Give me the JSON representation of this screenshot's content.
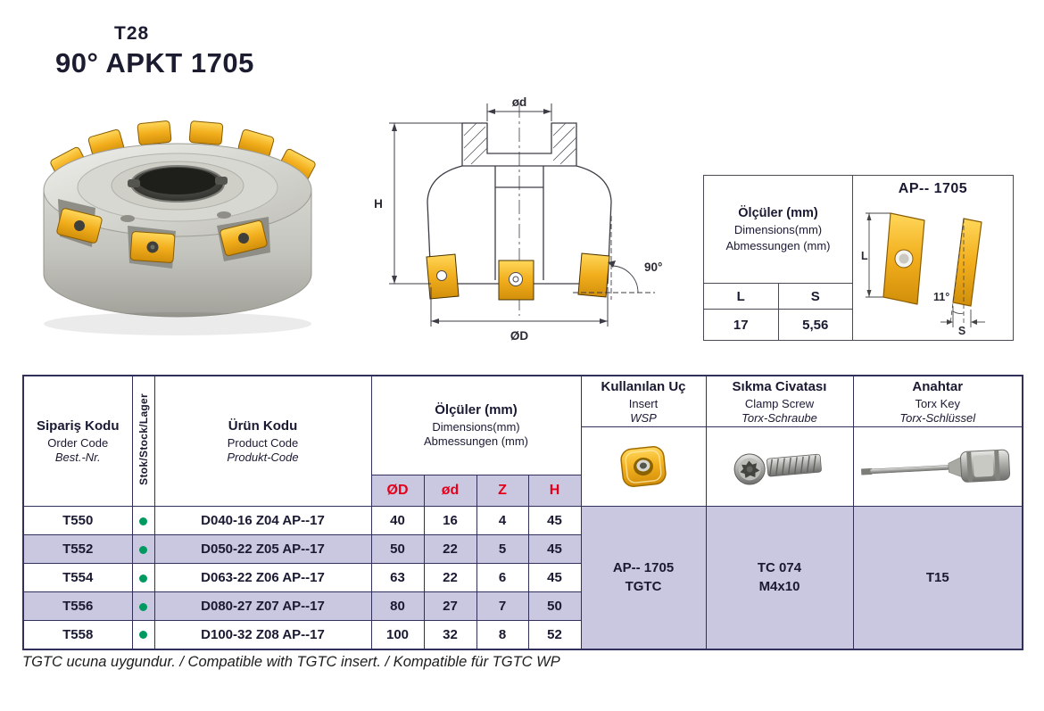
{
  "page": {
    "model": "T28",
    "title": "90° APKT 1705",
    "footnote": "TGTC ucuna uygundur. / Compatible with TGTC insert. / Kompatible für TGTC WP"
  },
  "technical_drawing": {
    "bore_label": "ød",
    "height_label": "H",
    "diameter_label": "ØD",
    "lead_angle_label": "90°"
  },
  "insert_box": {
    "title": "AP-- 1705",
    "dims_tr": "Ölçüler (mm)",
    "dims_en": "Dimensions(mm)",
    "dims_de": "Abmessungen (mm)",
    "col_l": "L",
    "col_s": "S",
    "length_value": "17",
    "thickness_value": "5,56",
    "clearance_angle_label": "11°",
    "dim_l_label": "L",
    "dim_s_label": "S"
  },
  "table": {
    "order_header": {
      "tr": "Sipariş Kodu",
      "en": "Order Code",
      "de": "Best.-Nr."
    },
    "stock_header": "Stok/Stock/Lager",
    "product_header": {
      "tr": "Ürün Kodu",
      "en": "Product Code",
      "de": "Produkt-Code"
    },
    "dims_header": {
      "tr": "Ölçüler (mm)",
      "en": "Dimensions(mm)",
      "de": "Abmessungen (mm)"
    },
    "dim_cols": {
      "dd": "ØD",
      "d": "ød",
      "z": "Z",
      "h": "H"
    },
    "insert_header": {
      "tr": "Kullanılan Uç",
      "en": "Insert",
      "de": "WSP"
    },
    "clamp_header": {
      "tr": "Sıkma Civatası",
      "en": "Clamp Screw",
      "de": "Torx-Schraube"
    },
    "key_header": {
      "tr": "Anahtar",
      "en": "Torx Key",
      "de": "Torx-Schlüssel"
    },
    "rows": [
      {
        "order": "T550",
        "product": "D040-16 Z04 AP--17",
        "dd": "40",
        "d": "16",
        "z": "4",
        "h": "45"
      },
      {
        "order": "T552",
        "product": "D050-22 Z05 AP--17",
        "dd": "50",
        "d": "22",
        "z": "5",
        "h": "45"
      },
      {
        "order": "T554",
        "product": "D063-22 Z06 AP--17",
        "dd": "63",
        "d": "22",
        "z": "6",
        "h": "45"
      },
      {
        "order": "T556",
        "product": "D080-27 Z07 AP--17",
        "dd": "80",
        "d": "27",
        "z": "7",
        "h": "50"
      },
      {
        "order": "T558",
        "product": "D100-32 Z08 AP--17",
        "dd": "100",
        "d": "32",
        "z": "8",
        "h": "52"
      }
    ],
    "merged": {
      "insert_line1": "AP-- 1705",
      "insert_line2": "TGTC",
      "clamp_line1": "TC 074",
      "clamp_line2": "M4x10",
      "key": "T15"
    }
  },
  "colors": {
    "row_highlight": "#cac8e0",
    "dimension_red": "#e3001b",
    "stock_green": "#009a60",
    "insert_gold": "#f2ae1c",
    "line_navy": "#30305a"
  }
}
